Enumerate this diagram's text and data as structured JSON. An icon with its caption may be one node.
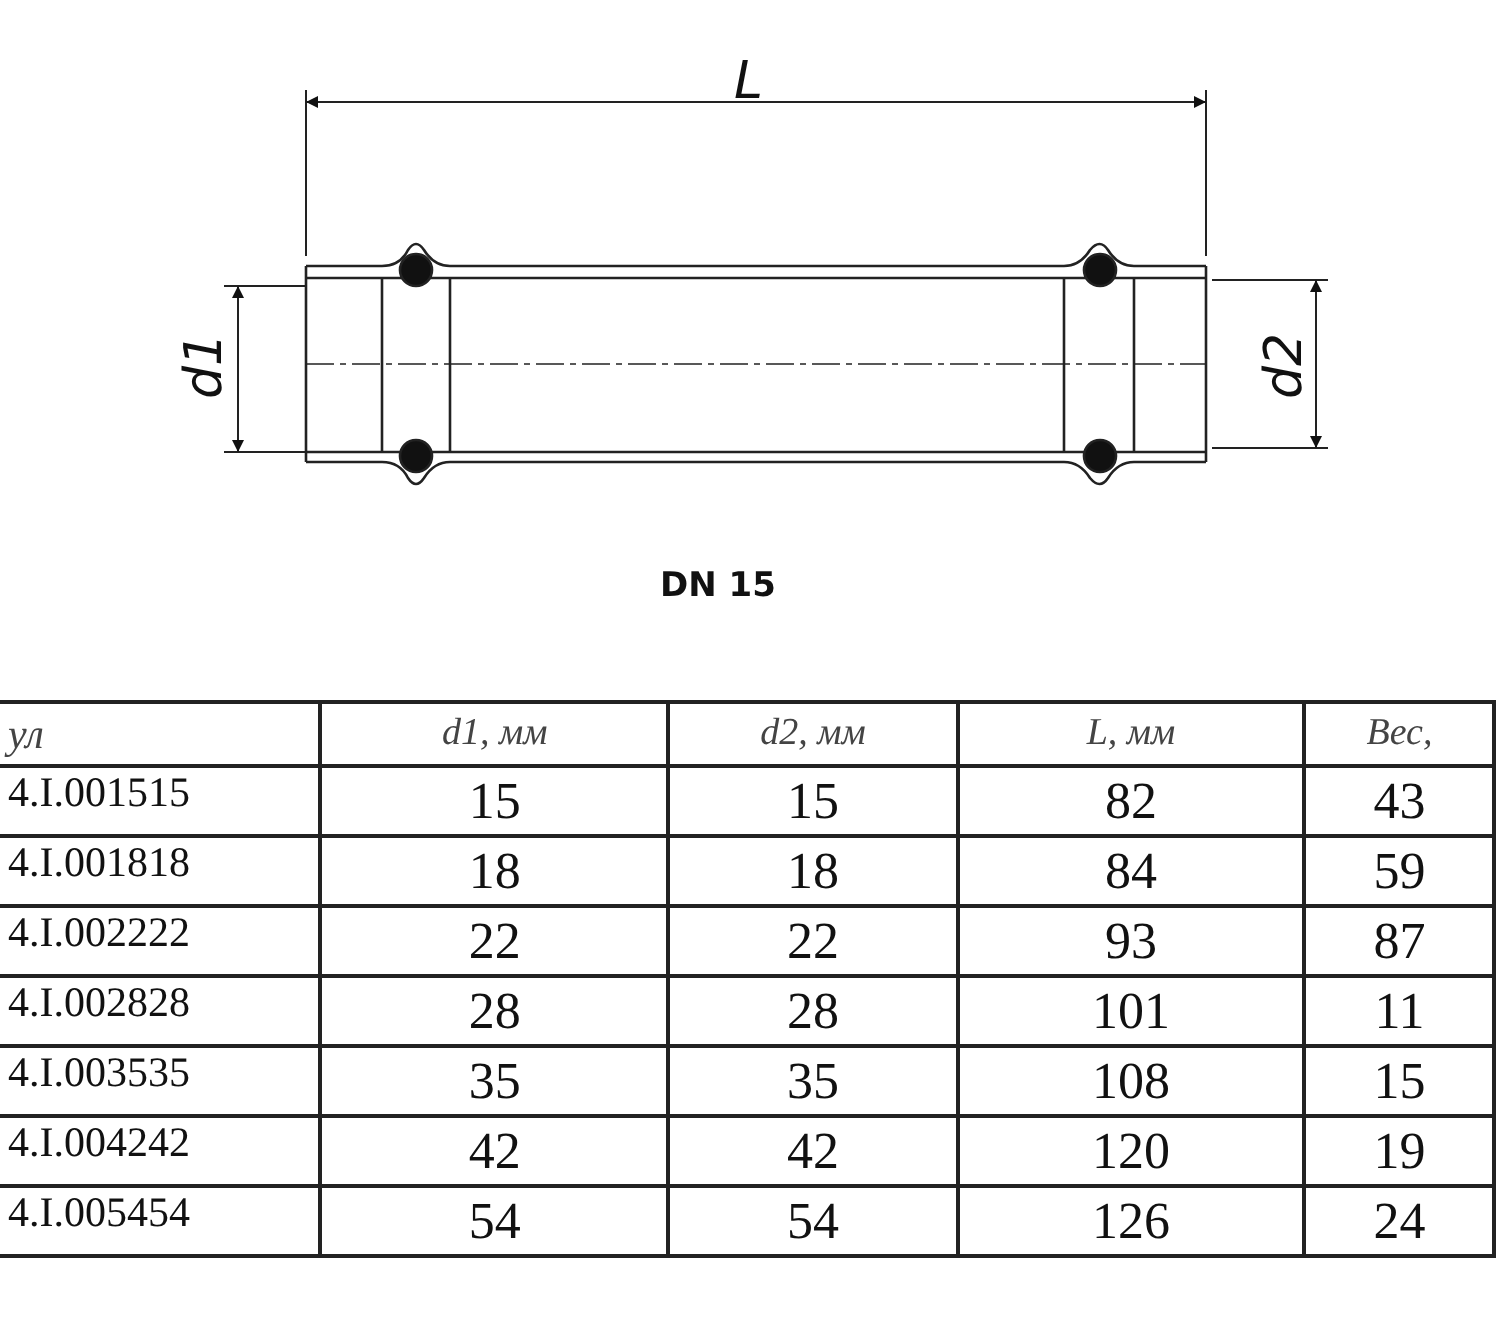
{
  "diagram": {
    "labels": [
      "L",
      "d1",
      "d2",
      "DN 15",
      "ул",
      "d1, мм",
      "d2, мм",
      "L, мм",
      "Вес,",
      "4.I.001515",
      "15",
      "15",
      "82",
      "43",
      "4.I.001818",
      "18",
      "18",
      "84",
      "59",
      "4.I.002222",
      "22",
      "22",
      "93",
      "87",
      "4.I.002828",
      "28",
      "28",
      "101",
      "11",
      "4.I.003535",
      "35",
      "35",
      "108",
      "15",
      "4.I.004242",
      "42",
      "42",
      "120",
      "19",
      "4.I.005454",
      "54",
      "54",
      "126",
      "24"
    ]
  }
}
